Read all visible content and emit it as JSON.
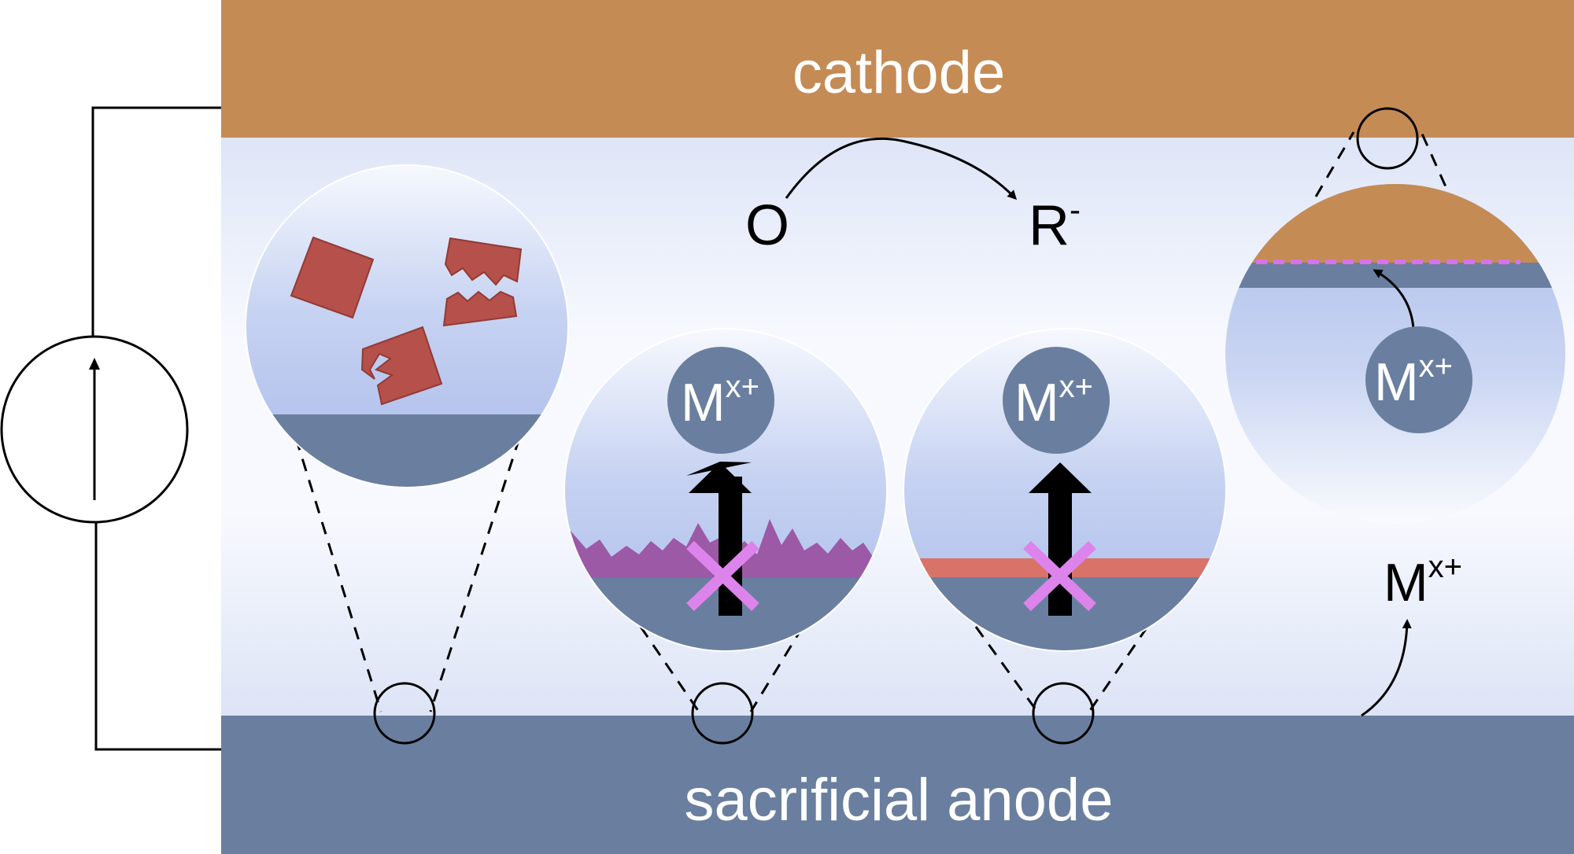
{
  "labels": {
    "cathode": "cathode",
    "anode": "sacrificial anode",
    "oxidized": "O",
    "reduced": "R",
    "reduced_charge": "-"
  },
  "ion": {
    "symbol": "M",
    "charge": "x+"
  },
  "colors": {
    "cathode": "#C58B55",
    "anode": "#6A7F9F",
    "electrolyte": "#E3E9F8",
    "zoom_fill": "#AEBEEB",
    "particle": "#B5504A",
    "passivation_layer": "#9C59A6",
    "dense_layer": "#D9736A",
    "blocked_mark": "#DD84EC",
    "plating_line": "#D872E8"
  }
}
